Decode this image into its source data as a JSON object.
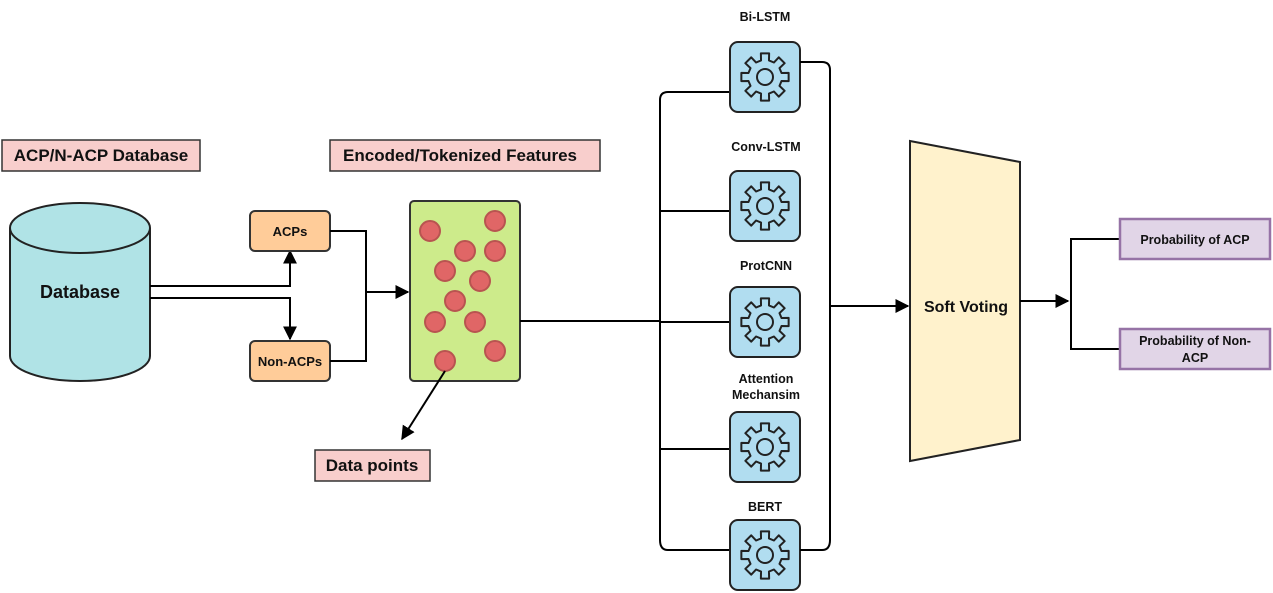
{
  "labels": {
    "db_header": "ACP/N-ACP Database",
    "features_header": "Encoded/Tokenized Features",
    "database": "Database",
    "acps": "ACPs",
    "non_acps": "Non-ACPs",
    "data_points": "Data points",
    "soft_voting": "Soft Voting",
    "prob_acp": "Probability of ACP",
    "prob_non_acp_line1": "Probability of Non-",
    "prob_non_acp_line2": "ACP"
  },
  "models": [
    {
      "name": "Bi-LSTM",
      "name2": "",
      "icon": "gear-icon"
    },
    {
      "name": "Conv-LSTM",
      "name2": "",
      "icon": "gear-icon"
    },
    {
      "name": "ProtCNN",
      "name2": "",
      "icon": "gear-icon"
    },
    {
      "name": "Attention",
      "name2": "Mechansim",
      "icon": "gear-icon"
    },
    {
      "name": "BERT",
      "name2": "",
      "icon": "gear-icon"
    }
  ],
  "colors": {
    "header_fill": "#f8cecc",
    "database_fill": "#b0e3e6",
    "class_box_fill": "#ffcc99",
    "feature_fill": "#cdeb8b",
    "dot_fill": "#e06666",
    "model_fill": "#b1ddf0",
    "voting_fill": "#fff2cc",
    "output_fill": "#e1d5e7",
    "output_stroke": "#9673a6"
  }
}
